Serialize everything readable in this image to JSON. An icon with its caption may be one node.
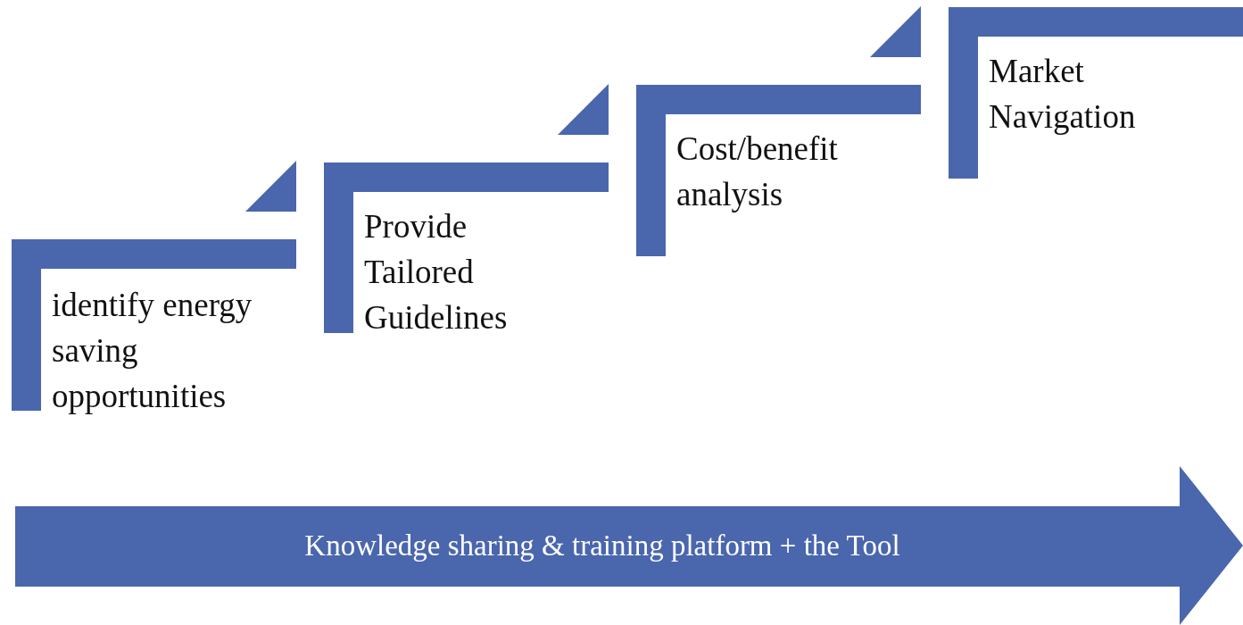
{
  "diagram": {
    "nodes": [
      {
        "text": [
          "identify energy saving opportunities"
        ]
      },
      {
        "text": [
          "Provide Tailored Guidelines"
        ]
      },
      {
        "text": [
          "Cost/benefit analysis"
        ]
      },
      {
        "text": [
          "Market Navigation"
        ]
      },
      {
        "text": [
          "Knowledge sharing & training platform + the Tool"
        ]
      }
    ]
  }
}
